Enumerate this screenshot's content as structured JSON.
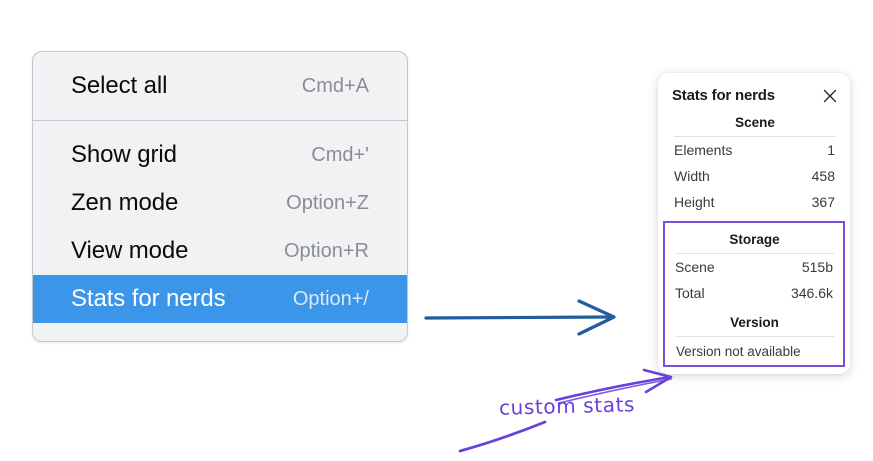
{
  "colors": {
    "menu_bg": "#f1f2f4",
    "menu_border": "#c3c6cb",
    "menu_highlight": "#3b95e8",
    "menu_label": "#0b0b0c",
    "menu_shortcut": "#8a8d92",
    "panel_bg": "#ffffff",
    "panel_text": "#3a3a3e",
    "accent_purple": "#7b4fd8",
    "annotation_purple": "#6741d9",
    "flow_arrow_blue": "#1f5d9e"
  },
  "context_menu": {
    "groups": [
      {
        "items": [
          {
            "label": "Select all",
            "shortcut": "Cmd+A",
            "selected": false
          }
        ]
      },
      {
        "items": [
          {
            "label": "Show grid",
            "shortcut": "Cmd+'",
            "selected": false
          },
          {
            "label": "Zen mode",
            "shortcut": "Option+Z",
            "selected": false
          },
          {
            "label": "View mode",
            "shortcut": "Option+R",
            "selected": false
          },
          {
            "label": "Stats for nerds",
            "shortcut": "Option+/",
            "selected": true
          }
        ]
      }
    ]
  },
  "stats_panel": {
    "title": "Stats for nerds",
    "close_icon": "close-icon",
    "scene": {
      "heading": "Scene",
      "rows": [
        {
          "key": "Elements",
          "value": "1"
        },
        {
          "key": "Width",
          "value": "458"
        },
        {
          "key": "Height",
          "value": "367"
        }
      ]
    },
    "storage": {
      "heading": "Storage",
      "rows": [
        {
          "key": "Scene",
          "value": "515b"
        },
        {
          "key": "Total",
          "value": "346.6k"
        }
      ]
    },
    "version": {
      "heading": "Version",
      "note": "Version not available"
    }
  },
  "annotation": {
    "text": "custom stats",
    "arrow_icon": "arrow-up-right-icon",
    "underline_icon": "pen-stroke-icon"
  },
  "flow": {
    "arrow_icon": "arrow-right-icon"
  }
}
